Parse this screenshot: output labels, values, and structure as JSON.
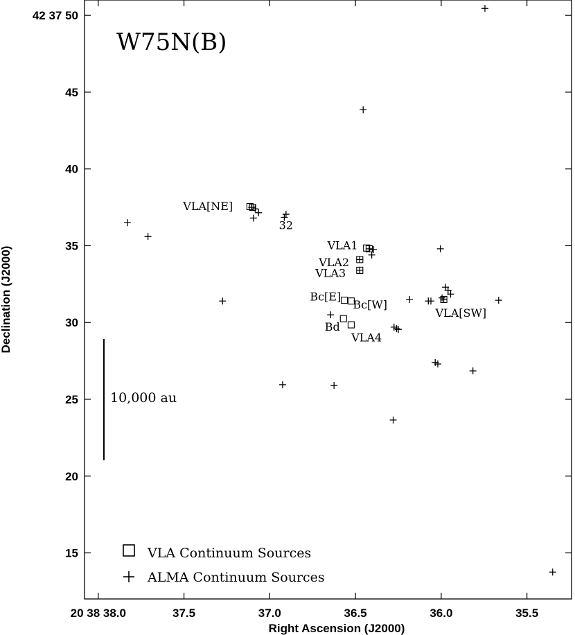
{
  "chart_data": {
    "type": "scatter",
    "title": "W75N(B)",
    "xlabel": "Right Ascension (J2000)",
    "ylabel": "Declination (J2000)",
    "x_reversed": true,
    "xlim": [
      38.08,
      35.24
    ],
    "ylim": [
      12.0,
      51.0
    ],
    "xticks": [
      38.0,
      37.5,
      37.0,
      36.5,
      36.0,
      35.5
    ],
    "xtick_labels": [
      "20 38 38.0",
      "37.5",
      "37.0",
      "36.5",
      "36.0",
      "35.5"
    ],
    "yticks": [
      50,
      45,
      40,
      35,
      30,
      25,
      20,
      15
    ],
    "ytick_labels": [
      "42 37 50",
      "45",
      "40",
      "35",
      "30",
      "25",
      "20",
      "15"
    ],
    "grid": false,
    "legend_position": "bottom-left",
    "series": [
      {
        "name": "VLA Continuum Sources",
        "marker": "square",
        "points": [
          {
            "x": 37.115,
            "y": 37.55
          },
          {
            "x": 37.1,
            "y": 37.5
          },
          {
            "x": 36.435,
            "y": 34.85
          },
          {
            "x": 36.42,
            "y": 34.8
          },
          {
            "x": 36.475,
            "y": 34.1
          },
          {
            "x": 36.475,
            "y": 33.4
          },
          {
            "x": 36.565,
            "y": 31.45
          },
          {
            "x": 36.525,
            "y": 31.4
          },
          {
            "x": 36.57,
            "y": 30.25
          },
          {
            "x": 36.525,
            "y": 29.85
          },
          {
            "x": 35.985,
            "y": 31.5
          }
        ]
      },
      {
        "name": "ALMA Continuum Sources",
        "marker": "plus",
        "points": [
          {
            "x": 35.745,
            "y": 50.45
          },
          {
            "x": 36.455,
            "y": 43.85
          },
          {
            "x": 37.83,
            "y": 36.5
          },
          {
            "x": 37.71,
            "y": 35.6
          },
          {
            "x": 37.105,
            "y": 37.5
          },
          {
            "x": 37.085,
            "y": 37.4
          },
          {
            "x": 37.065,
            "y": 37.15
          },
          {
            "x": 37.095,
            "y": 36.8
          },
          {
            "x": 36.905,
            "y": 37.05
          },
          {
            "x": 36.915,
            "y": 36.85
          },
          {
            "x": 36.42,
            "y": 34.8
          },
          {
            "x": 36.395,
            "y": 34.75
          },
          {
            "x": 36.405,
            "y": 34.4
          },
          {
            "x": 36.475,
            "y": 34.1
          },
          {
            "x": 36.475,
            "y": 33.4
          },
          {
            "x": 36.005,
            "y": 34.8
          },
          {
            "x": 35.975,
            "y": 32.3
          },
          {
            "x": 35.96,
            "y": 32.1
          },
          {
            "x": 35.945,
            "y": 31.85
          },
          {
            "x": 35.985,
            "y": 31.5
          },
          {
            "x": 35.995,
            "y": 31.6
          },
          {
            "x": 36.075,
            "y": 31.4
          },
          {
            "x": 36.06,
            "y": 31.4
          },
          {
            "x": 36.185,
            "y": 31.5
          },
          {
            "x": 35.665,
            "y": 31.45
          },
          {
            "x": 37.275,
            "y": 31.4
          },
          {
            "x": 36.645,
            "y": 30.5
          },
          {
            "x": 36.275,
            "y": 29.7
          },
          {
            "x": 36.26,
            "y": 29.6
          },
          {
            "x": 36.25,
            "y": 29.55
          },
          {
            "x": 36.035,
            "y": 27.4
          },
          {
            "x": 36.02,
            "y": 27.3
          },
          {
            "x": 35.815,
            "y": 26.85
          },
          {
            "x": 36.925,
            "y": 25.95
          },
          {
            "x": 36.625,
            "y": 25.9
          },
          {
            "x": 36.28,
            "y": 23.65
          },
          {
            "x": 35.35,
            "y": 13.75
          }
        ]
      }
    ],
    "annotations": [
      {
        "text": "VLA[NE]",
        "x": 37.36,
        "y": 37.55
      },
      {
        "text": "32",
        "x": 36.905,
        "y": 36.3
      },
      {
        "text": "VLA1",
        "x": 36.575,
        "y": 35.0
      },
      {
        "text": "VLA2",
        "x": 36.625,
        "y": 33.9
      },
      {
        "text": "VLA3",
        "x": 36.645,
        "y": 33.2
      },
      {
        "text": "Bc[E]",
        "x": 36.675,
        "y": 31.65
      },
      {
        "text": "Bc[W]",
        "x": 36.415,
        "y": 31.15
      },
      {
        "text": "Bd",
        "x": 36.635,
        "y": 29.7
      },
      {
        "text": "VLA4",
        "x": 36.435,
        "y": 29.0
      },
      {
        "text": "VLA[SW]",
        "x": 35.885,
        "y": 30.6
      }
    ],
    "scale_bar": {
      "label": "10,000 au",
      "length_au": 10000
    }
  }
}
